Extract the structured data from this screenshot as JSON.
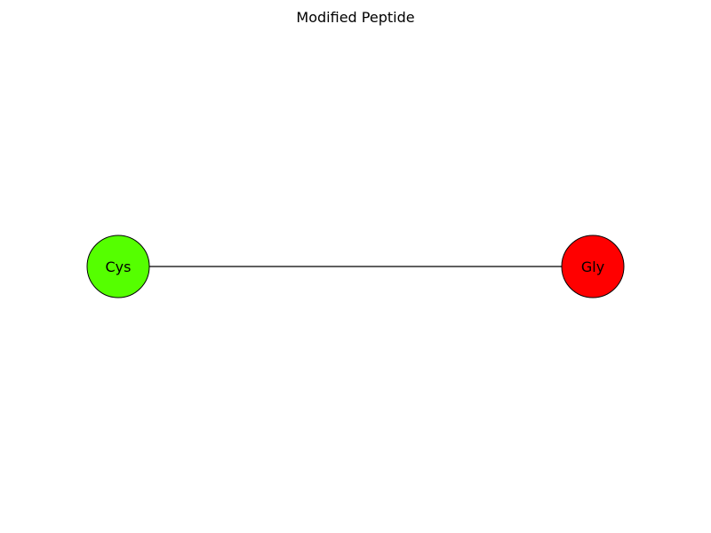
{
  "diagram": {
    "title": "Modified Peptide",
    "nodes": [
      {
        "id": "cys",
        "label": "Cys",
        "color": "#55ff00"
      },
      {
        "id": "gly",
        "label": "Gly",
        "color": "#ff0000"
      }
    ],
    "edges": [
      {
        "from": "cys",
        "to": "gly"
      }
    ]
  }
}
